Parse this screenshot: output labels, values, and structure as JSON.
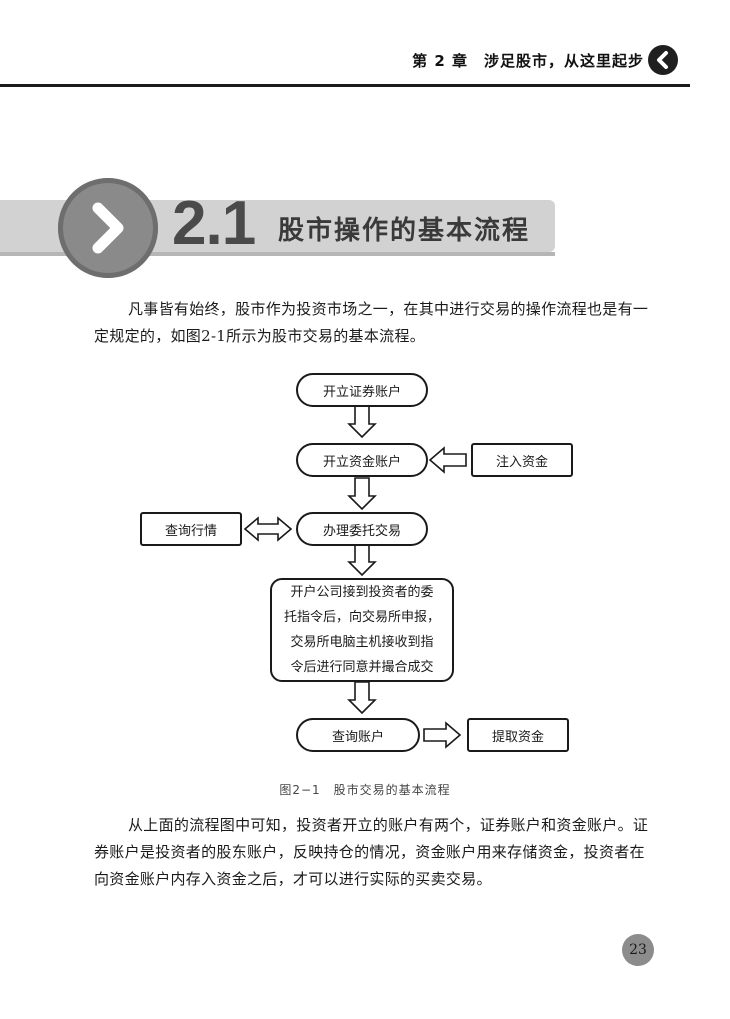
{
  "header": {
    "chapter_title": "第 2 章　涉足股市，从这里起步",
    "badge_icon": "chevron-left-icon"
  },
  "section": {
    "number": "2.1",
    "title": "股市操作的基本流程",
    "badge_icon": "chevron-right-icon"
  },
  "paragraph1": {
    "line1": "凡事皆有始终，股市作为投资市场之一，在其中进行交易的操作流程也是有一",
    "line2": "定规定的，如图2-1所示为股市交易的基本流程。"
  },
  "flowchart": {
    "open_securities": "开立证券账户",
    "open_funds": "开立资金账户",
    "deposit_funds": "注入资金",
    "entrust": "办理委托交易",
    "query_market": "查询行情",
    "process_lines": [
      "开户公司接到投资者的委",
      "托指令后，向交易所申报，",
      "交易所电脑主机接收到指",
      "令后进行同意并撮合成交"
    ],
    "query_account": "查询账户",
    "withdraw_funds": "提取资金"
  },
  "caption": "图2−1　股市交易的基本流程",
  "paragraph2": {
    "line1": "从上面的流程图中可知，投资者开立的账户有两个，证券账户和资金账户。证",
    "line2": "券账户是投资者的股东账户，反映持仓的情况，资金账户用来存储资金，投资者在",
    "line3": "向资金账户内存入资金之后，才可以进行实际的买卖交易。"
  },
  "page_number": "23"
}
